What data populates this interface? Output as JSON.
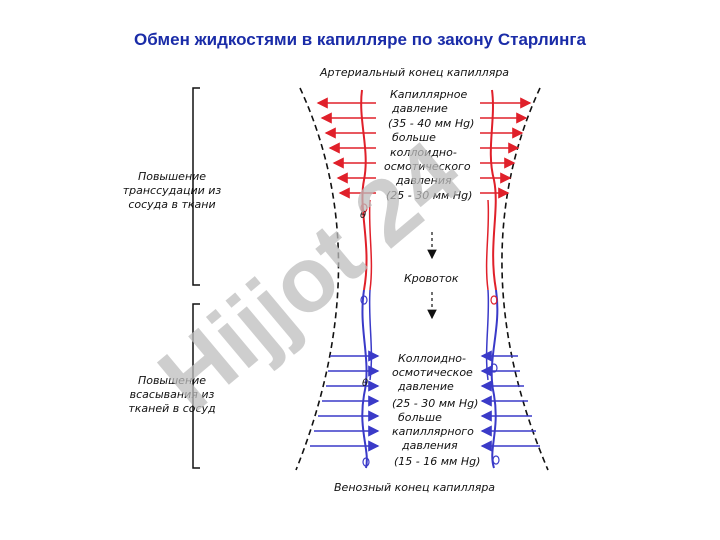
{
  "title": "Обмен жидкостями в капилляре по закону Старлинга",
  "arterial_end": "Артериальный конец капилляра",
  "venous_end": "Венозный конец капилляра",
  "top_text": [
    "Капиллярное",
    "давление",
    "(35 - 40 мм Hg)",
    "больше",
    "коллоидно-",
    "осмотического",
    "давления",
    "(25 - 30 мм Hg)"
  ],
  "bottom_text": [
    "Коллоидно-",
    "осмотическое",
    "давление",
    "(25 - 30 мм Hg)",
    "больше",
    "капиллярного",
    "давления",
    "(15 - 16 мм Hg)"
  ],
  "flow_label": "Кровоток",
  "left_top": [
    "Повышение",
    "транссудации из",
    "сосуда в ткани"
  ],
  "left_bottom": [
    "Повышение",
    "всасывания из",
    "тканей в сосуд"
  ],
  "theta": "θ",
  "watermark": "Hijjot 24",
  "colors": {
    "arterial": "#e0202a",
    "venous": "#3a3ac8",
    "title": "#1a2ca8",
    "watermark": "#bdbdbd"
  }
}
